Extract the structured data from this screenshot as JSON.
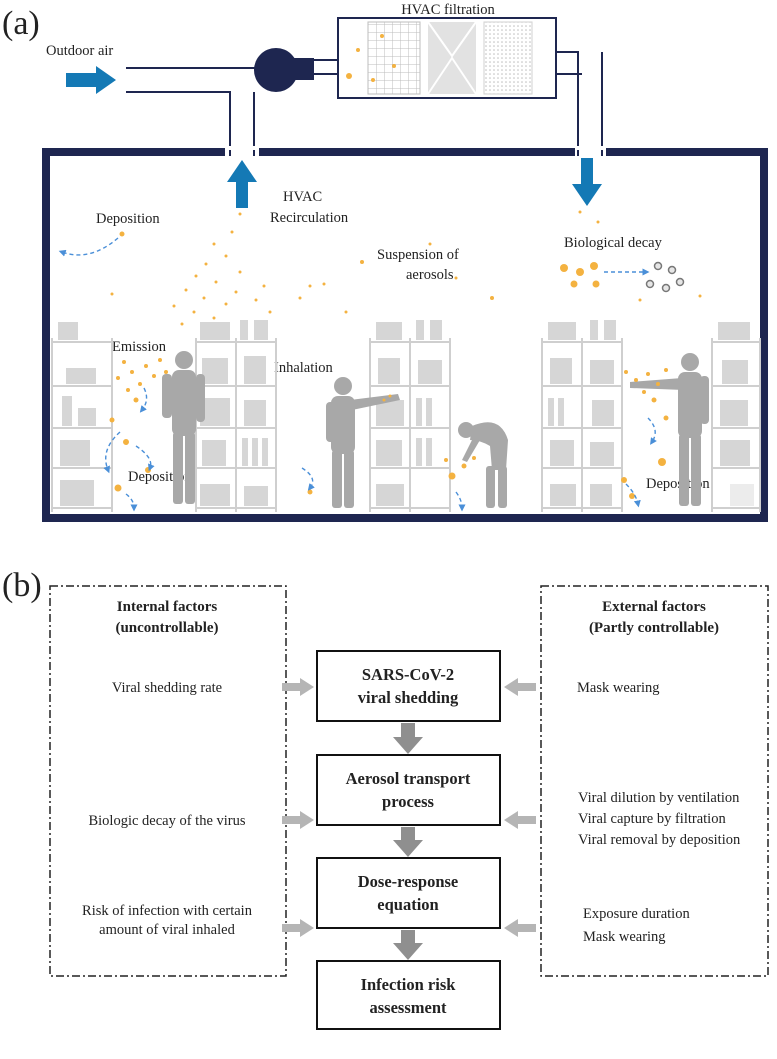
{
  "panel_a": {
    "label": "(a)",
    "hvac_filtration": "HVAC filtration",
    "outdoor_air": "Outdoor  air",
    "hvac_recirculation": [
      "HVAC",
      "Recirculation"
    ],
    "deposition_top": "Deposition",
    "suspension": [
      "Suspension of",
      "aerosols"
    ],
    "biological_decay": "Biological decay",
    "emission": "Emission",
    "inhalation": "Inhalation",
    "deposition_left": "Deposition",
    "deposition_right": "Deposition",
    "colors": {
      "room_frame": "#1e2650",
      "arrow_blue": "#1479b5",
      "aerosol": "#f4b240",
      "person": "#a8a8a8",
      "shelf": "#cfcfcf",
      "dashed_arrow": "#4a8fd8"
    }
  },
  "panel_b": {
    "label": "(b)",
    "internal": {
      "title": [
        "Internal factors",
        "(uncontrollable)"
      ],
      "items": [
        [
          "Viral shedding rate"
        ],
        [
          "Biologic decay of the virus"
        ],
        [
          "Risk of infection with certain",
          "amount of viral inhaled"
        ]
      ]
    },
    "external": {
      "title": [
        "External factors",
        "(Partly controllable)"
      ],
      "items": [
        [
          "Mask wearing"
        ],
        [
          "Viral dilution by ventilation",
          "Viral capture by filtration",
          "Viral removal by deposition"
        ],
        [
          "Exposure duration",
          "Mask wearing"
        ]
      ]
    },
    "process": [
      [
        "SARS-CoV-2",
        "viral shedding"
      ],
      [
        "Aerosol transport",
        "process"
      ],
      [
        "Dose-response",
        "equation"
      ],
      [
        "Infection risk",
        "assessment"
      ]
    ],
    "colors": {
      "arrow_gray": "#8f8f8f",
      "side_arrow": "#b5b5b5",
      "box_border": "#111111"
    }
  }
}
